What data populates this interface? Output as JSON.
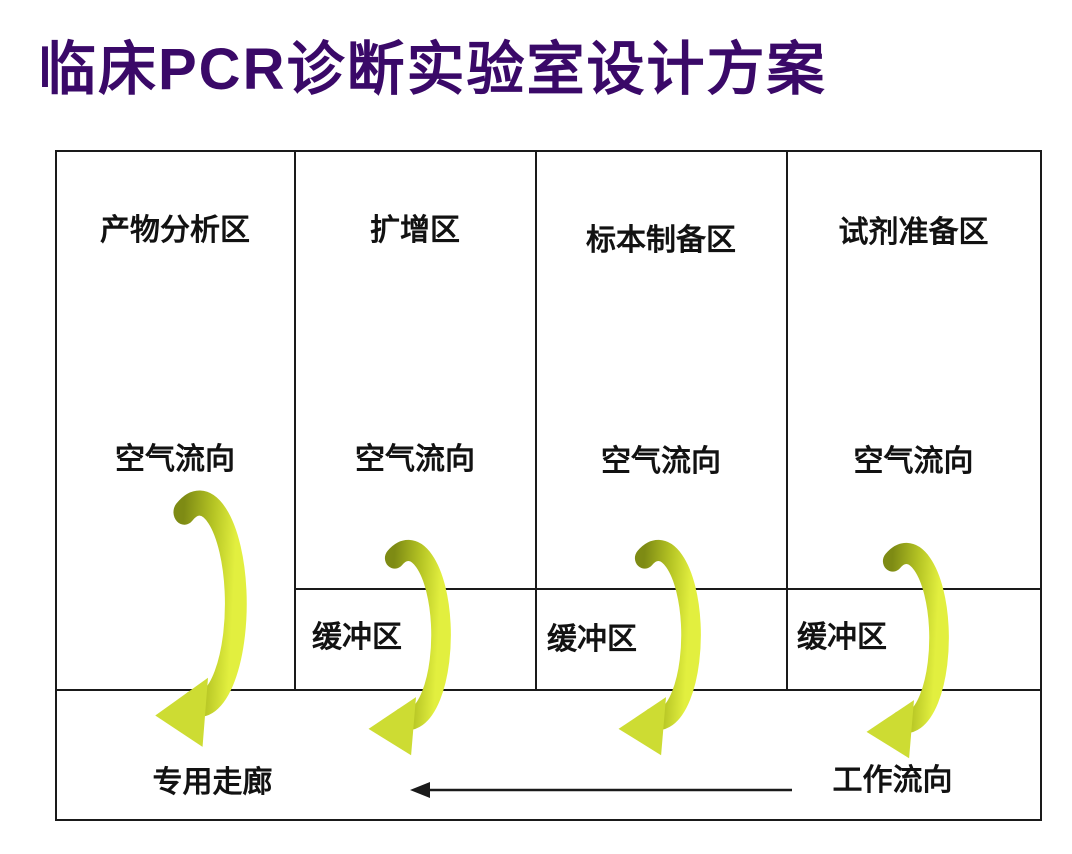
{
  "title": "临床PCR诊断实验室设计方案",
  "rooms": [
    {
      "name": "产物分析区",
      "airflow": "空气流向"
    },
    {
      "name": "扩增区",
      "airflow": "空气流向",
      "buffer": "缓冲区"
    },
    {
      "name": "标本制备区",
      "airflow": "空气流向",
      "buffer": "缓冲区"
    },
    {
      "name": "试剂准备区",
      "airflow": "空气流向",
      "buffer": "缓冲区"
    }
  ],
  "corridor_label": "专用走廊",
  "workflow_label": "工作流向",
  "icons": {
    "airflow_arrow": "curved-cycle-arrow-down-left",
    "workflow_arrow": "long-left-arrow"
  },
  "colors": {
    "title": "#3a0968",
    "line": "#1a1a1a",
    "arrow_dark": "#7e8b14",
    "arrow_mid": "#b5c424",
    "arrow_light": "#e2ef3f",
    "arrow_head": "#cddc33"
  }
}
